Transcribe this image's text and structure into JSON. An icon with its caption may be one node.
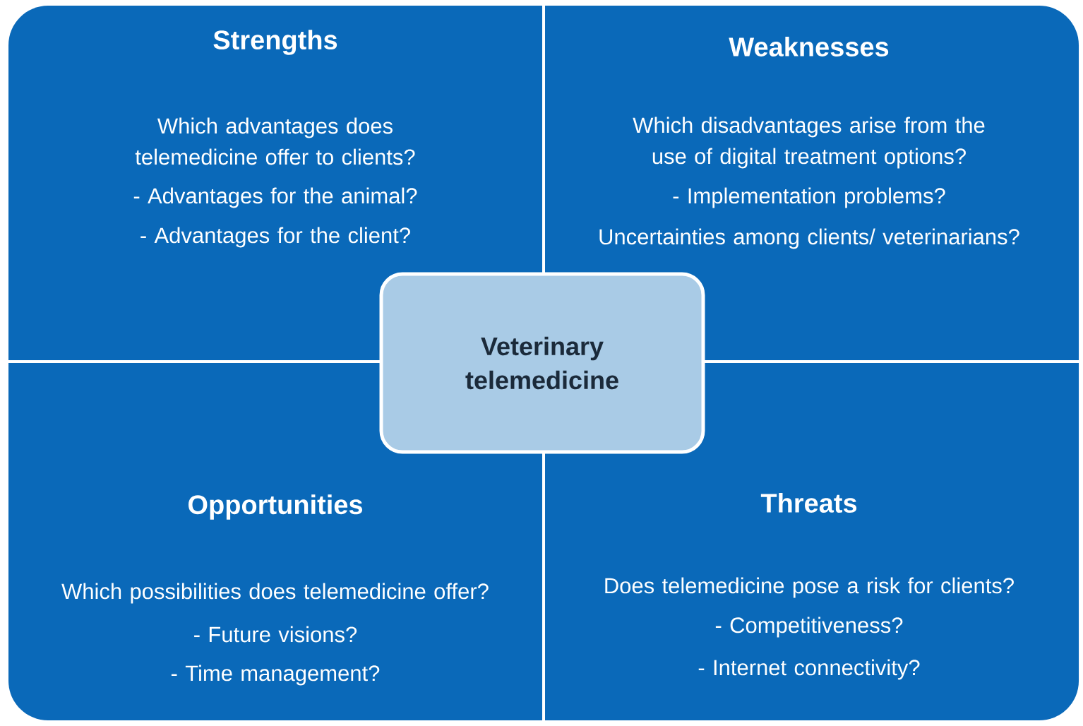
{
  "diagram": {
    "nodes": [
      {
        "text": [
          "Strengths",
          "Which advantages does telemedicine offer to clients?",
          "- Advantages for the animal?",
          "- Advantages for the client?"
        ]
      },
      {
        "text": [
          "Weaknesses",
          "Which disadvantages arise from the use of digital treatment options?",
          "- Implementation problems?",
          "Uncertainties among clients/ veterinarians?"
        ]
      },
      {
        "text": [
          "Opportunities",
          "Which possibilities does telemedicine offer?",
          "- Future visions?",
          "- Time management?"
        ]
      },
      {
        "text": [
          "Threats",
          "Does telemedicine pose a risk for clients?",
          "- Competitiveness?",
          "- Internet connectivity?"
        ]
      },
      {
        "text": [
          "Veterinary telemedicine"
        ]
      }
    ]
  }
}
